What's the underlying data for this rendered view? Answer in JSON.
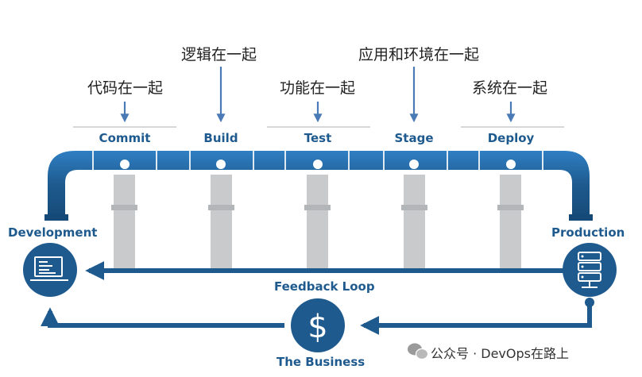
{
  "stages": [
    {
      "name": "Commit",
      "annotation": "代码在一起"
    },
    {
      "name": "Build",
      "annotation": "逻辑在一起"
    },
    {
      "name": "Test",
      "annotation": "功能在一起"
    },
    {
      "name": "Stage",
      "annotation": "应用和环境在一起"
    },
    {
      "name": "Deploy",
      "annotation": "系统在一起"
    }
  ],
  "development_label": "Development",
  "production_label": "Production",
  "feedback_label": "Feedback Loop",
  "business_label": "The Business",
  "watermark": "公众号 · DevOps在路上",
  "icons": {
    "development": "laptop-icon",
    "production": "server-stack-icon",
    "business": "dollar-icon",
    "watermark": "wechat-icon"
  },
  "colors": {
    "primary": "#1e5a8e",
    "pipe_light": "#2c7cc0",
    "support": "#c8cacc",
    "arrow": "#4a7bb6"
  }
}
